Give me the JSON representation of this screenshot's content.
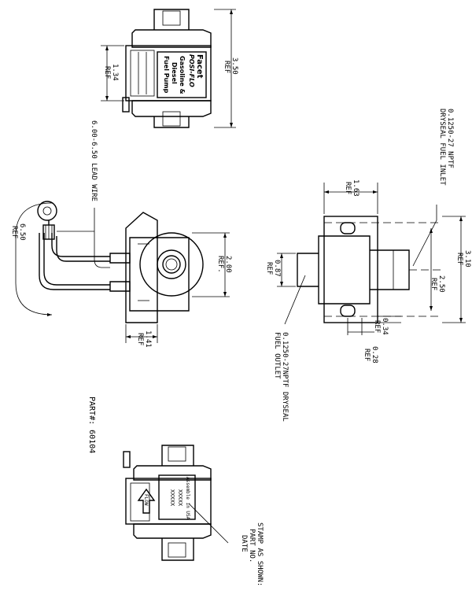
{
  "dimensions": {
    "top_height": "3.50",
    "top_height_ref": "REF",
    "top_body": "1.34",
    "top_body_ref": "REF",
    "lead_wire": "6.00-6.50 LEAD WIRE",
    "lead_bend": "6.50",
    "lead_bend_ref": "REF",
    "side_width": "2.00",
    "side_width_ref": "REF.",
    "side_offset": "1.41",
    "side_offset_ref": "REF",
    "right_1_63": "1.63",
    "right_1_63_ref": "REF",
    "right_0_87": "0.87",
    "right_0_87_ref": "REF",
    "right_3_10": "3.10",
    "right_3_10_ref": "REF",
    "right_2_50": "2.50",
    "right_2_50_ref": "REF",
    "right_0_34": "0.34",
    "right_0_34_ref": "REF",
    "right_0_28": "0.28",
    "right_0_28_ref": "REF"
  },
  "notes": {
    "inlet_line1": "0.1250-27 NPTF",
    "inlet_line2": "DRYSEAL FUEL INLET",
    "outlet_line1": "0.1250-27NPTF DRYSEAL",
    "outlet_line2": "FUEL OUTLET",
    "part_number": "PART#: 60104",
    "stamp_line1": "STAMP AS SHOWN:",
    "stamp_line2": "PART NO.",
    "stamp_line3": "DATE"
  },
  "label": {
    "brand": "Facet",
    "product": "POSI-FLO",
    "line1": "Gasoline &",
    "line2": "Diesel",
    "line3": "Fuel Pump"
  },
  "stamp_plate": {
    "line1": "Assemble in USA",
    "line2": "XXXXX",
    "line3": "XXXXX",
    "arrow_text": "FLOW"
  }
}
